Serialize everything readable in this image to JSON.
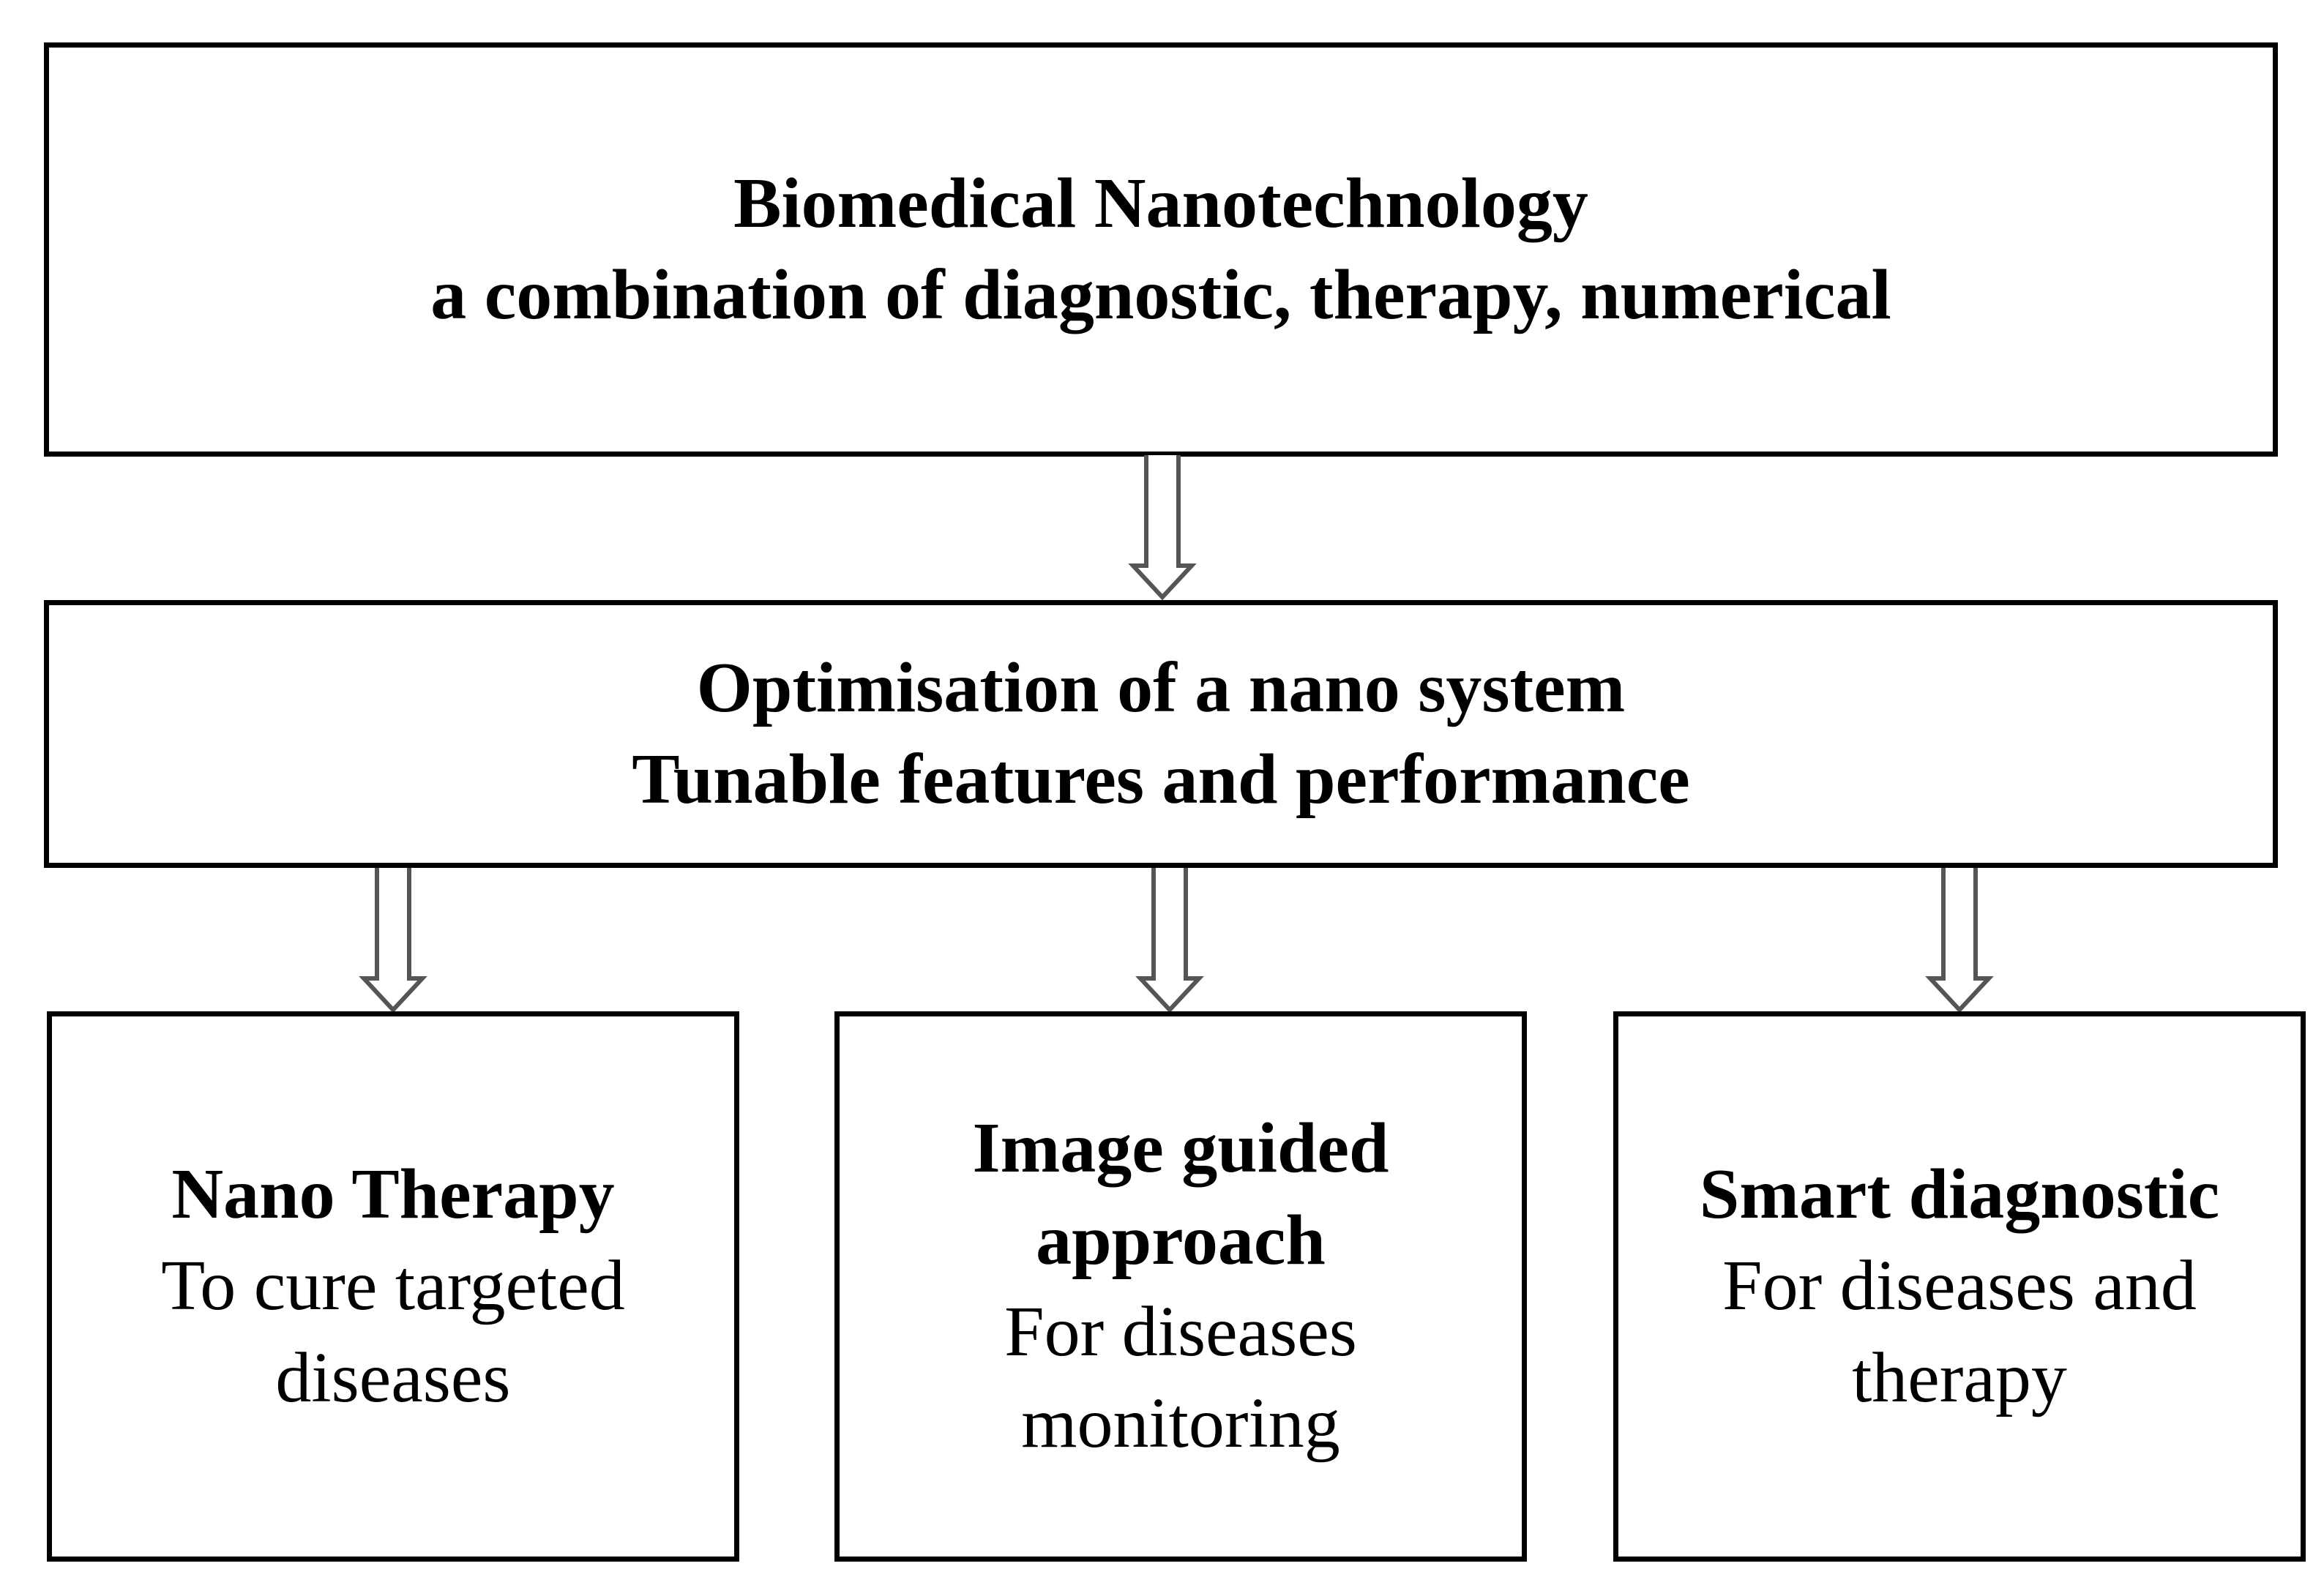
{
  "colors": {
    "background": "#ffffff",
    "box_border": "#000000",
    "text": "#000000",
    "arrow_stroke": "#555555",
    "arrow_fill": "#ffffff"
  },
  "nodes": {
    "root": {
      "line1": "Biomedical Nanotechnology",
      "line2": "a combination of diagnostic, therapy, numerical"
    },
    "optimisation": {
      "line1": "Optimisation of a nano system",
      "line2": "Tunable features and performance"
    },
    "nano_therapy": {
      "title": "Nano Therapy",
      "body_line1": "To cure targeted",
      "body_line2": "diseases"
    },
    "image_guided": {
      "title_line1": "Image guided",
      "title_line2": "approach",
      "body_line1": "For diseases",
      "body_line2": "monitoring"
    },
    "smart_diagnostic": {
      "title": "Smart diagnostic",
      "body_line1": "For diseases and",
      "body_line2": "therapy"
    }
  }
}
